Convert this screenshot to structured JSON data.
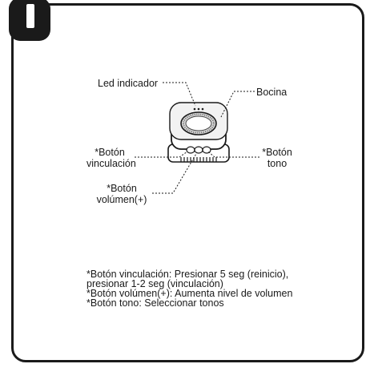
{
  "step": {
    "number": "1"
  },
  "labels": {
    "led": "Led indicador",
    "speaker": "Bocina",
    "pair_button_l1": "*Botón",
    "pair_button_l2": "vinculación",
    "tone_button_l1": "*Botón",
    "tone_button_l2": "tono",
    "volume_button_l1": "*Botón",
    "volume_button_l2": "volúmen(+)"
  },
  "notes": [
    "*Botón vinculación: Presionar 5 seg (reinicio),",
    "presionar 1-2 seg (vinculación)",
    "*Botón volúmen(+): Aumenta nivel de volumen",
    "*Botón tono: Seleccionar tonos"
  ]
}
